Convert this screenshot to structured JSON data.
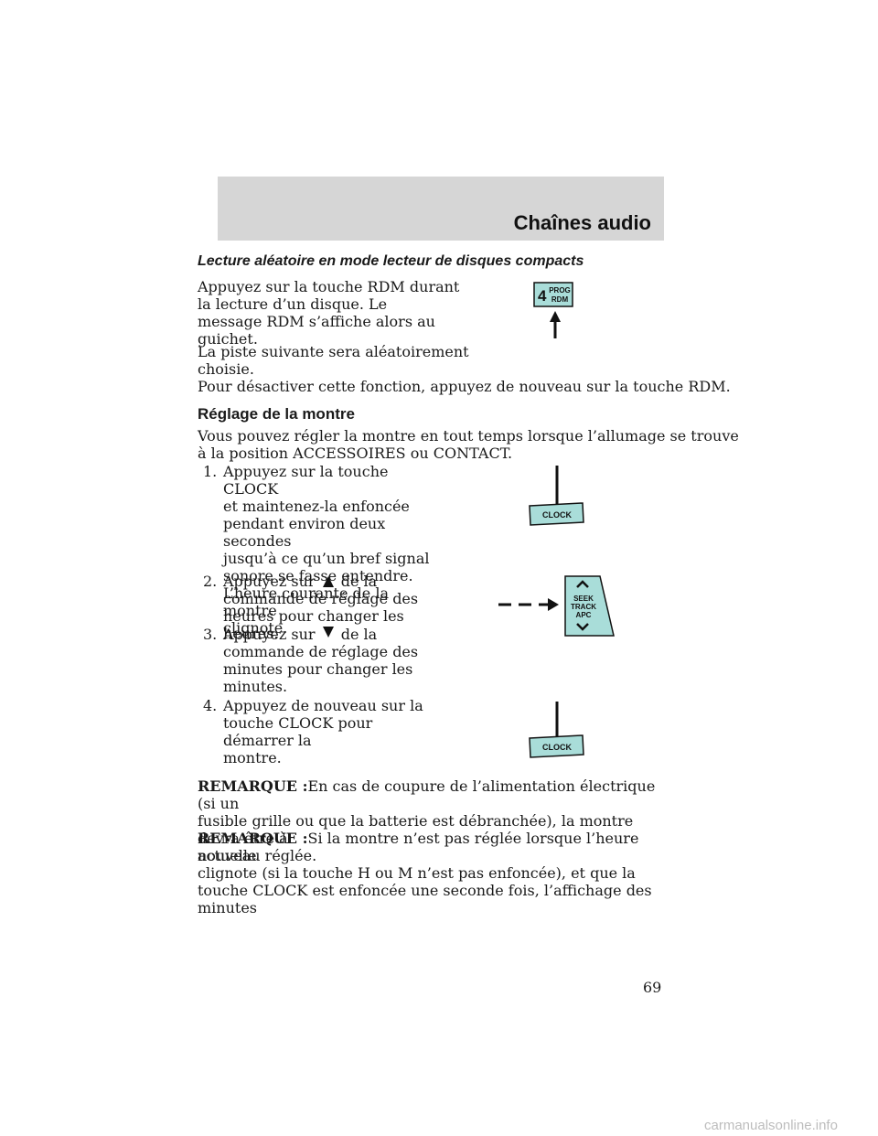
{
  "header": {
    "title": "Chaînes audio"
  },
  "section1": {
    "title": "Lecture aléatoire en mode lecteur de disques compacts",
    "para1": [
      "Appuyez sur la touche RDM durant",
      "la lecture d’un disque. Le",
      "message RDM s’affiche alors au",
      "guichet."
    ],
    "para2": [
      "La piste suivante sera aléatoirement",
      "choisie."
    ],
    "para3": "Pour désactiver cette fonction, appuyez de nouveau sur la touche RDM."
  },
  "section2": {
    "title": "Réglage de la montre",
    "intro": [
      "Vous pouvez régler la montre en tout temps lorsque l’allumage se trouve",
      "à la position ACCESSOIRES ou CONTACT."
    ],
    "step1": {
      "num": "1.",
      "lines": [
        "Appuyez sur la touche CLOCK",
        "et maintenez-la enfoncée",
        "pendant environ deux secondes",
        "jusqu’à ce qu’un bref signal",
        "sonore se fasse entendre.",
        "L’heure courante de la montre",
        "clignote."
      ]
    },
    "step2": {
      "num": "2.",
      "prefix": "Appuyez sur",
      "suffix": "de la",
      "lines": [
        "commande de réglage des",
        "heures pour changer les heures."
      ]
    },
    "step3": {
      "num": "3.",
      "prefix": "Appuyez sur",
      "suffix": "de la",
      "lines": [
        "commande de réglage des",
        "minutes pour changer les",
        "minutes."
      ]
    },
    "step4": {
      "num": "4.",
      "lines": [
        "Appuyez de nouveau sur la",
        "touche CLOCK pour démarrer la",
        "montre."
      ]
    },
    "note1": {
      "label": "REMARQUE :",
      "first": "En cas de coupure de l’alimentation électrique (si un",
      "lines": [
        "fusible grille ou que la batterie est débranchée), la montre devra être à",
        "nouveau réglée."
      ]
    },
    "note2": {
      "label": "REMARQUE :",
      "first": "Si la montre n’est pas réglée lorsque l’heure actuelle",
      "lines": [
        "clignote (si la touche H ou M n’est pas enfoncée), et que la",
        "touche CLOCK est enfoncée une seconde fois, l’affichage des minutes"
      ]
    }
  },
  "figures": {
    "rdm_button": {
      "digit": "4",
      "top": "PROG",
      "bottom": "RDM"
    },
    "clock_button_1": {
      "label": "CLOCK"
    },
    "seek_button": {
      "lines": [
        "SEEK",
        "TRACK",
        "APC"
      ]
    },
    "clock_button_2": {
      "label": "CLOCK"
    },
    "button_color": "#a9ddd9"
  },
  "page_number": "69",
  "footer": "carmanualsonline.info"
}
